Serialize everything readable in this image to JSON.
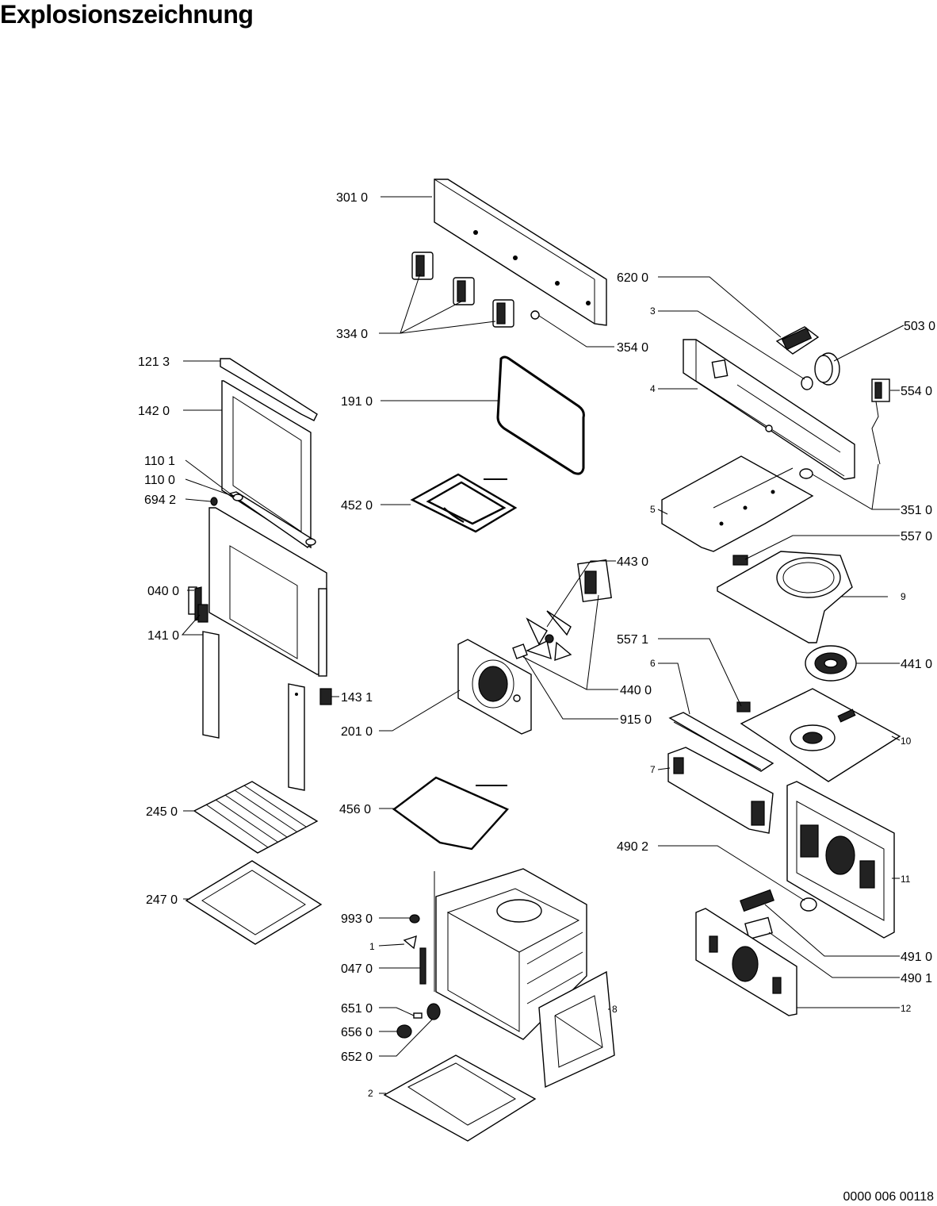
{
  "title": "Explosionszeichnung",
  "document_number": "0000 006 00118",
  "labels": {
    "l3010": "301 0",
    "l6200": "620 0",
    "l3": "3",
    "l5030": "503 0",
    "l3340": "334 0",
    "l3540": "354 0",
    "l1213": "121 3",
    "l4": "4",
    "l5540": "554 0",
    "l1420": "142 0",
    "l1910": "191 0",
    "l1101": "110 1",
    "l1100": "110 0",
    "l6942": "694 2",
    "l4520": "452 0",
    "l3510": "351 0",
    "l5": "5",
    "l5570": "557 0",
    "l4430": "443 0",
    "l0400": "040 0",
    "l9": "9",
    "l1410": "141 0",
    "l5571": "557 1",
    "l4410": "441 0",
    "l6": "6",
    "l4400": "440 0",
    "l1431": "143 1",
    "l9150": "915 0",
    "l2010": "201 0",
    "l10": "10",
    "l7": "7",
    "l2450": "245 0",
    "l4560": "456 0",
    "l4902": "490 2",
    "l11": "11",
    "l2470": "247 0",
    "l9930": "993 0",
    "l1": "1",
    "l4910": "491 0",
    "l0470": "047 0",
    "l4901": "490 1",
    "l6510": "651 0",
    "l8": "8",
    "l12": "12",
    "l6560": "656 0",
    "l6520": "652 0",
    "l2": "2"
  }
}
